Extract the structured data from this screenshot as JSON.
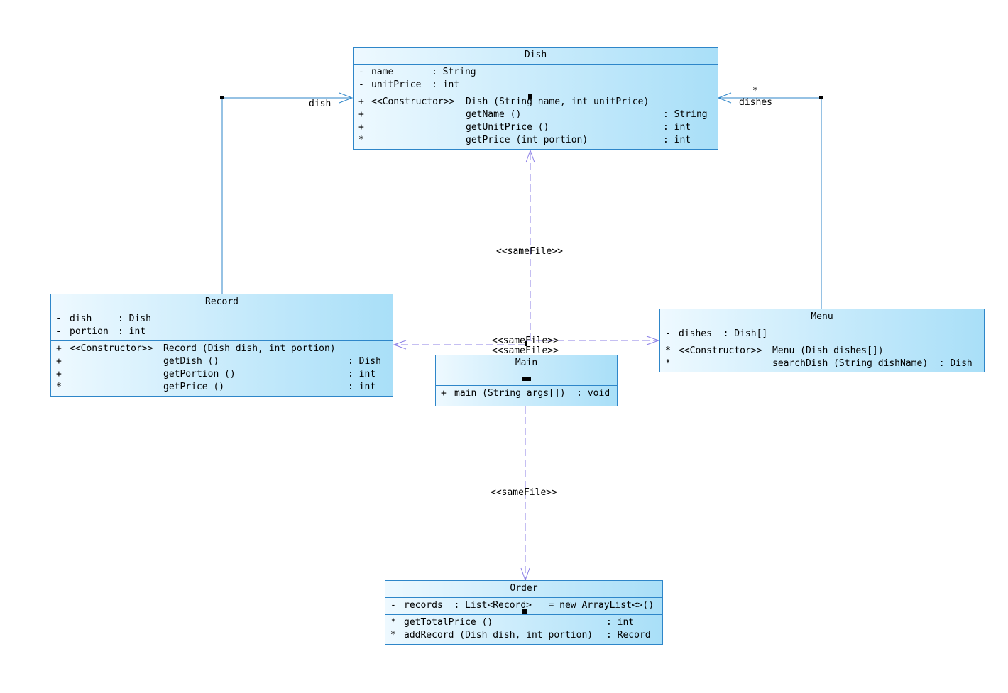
{
  "diagram": {
    "classes": {
      "dish": {
        "name": "Dish",
        "attributes": [
          {
            "vis": "-",
            "name": "name",
            "type": ": String"
          },
          {
            "vis": "-",
            "name": "unitPrice",
            "type": ": int"
          }
        ],
        "operations": [
          {
            "vis": "+",
            "stereo": "<<Constructor>>",
            "sig": "Dish (String name, int unitPrice)",
            "ret": ""
          },
          {
            "vis": "+",
            "stereo": "",
            "sig": "getName ()",
            "ret": ": String"
          },
          {
            "vis": "+",
            "stereo": "",
            "sig": "getUnitPrice ()",
            "ret": ": int"
          },
          {
            "vis": "*",
            "stereo": "",
            "sig": "getPrice (int portion)",
            "ret": ": int"
          }
        ]
      },
      "record": {
        "name": "Record",
        "attributes": [
          {
            "vis": "-",
            "name": "dish",
            "type": ": Dish"
          },
          {
            "vis": "-",
            "name": "portion",
            "type": ": int"
          }
        ],
        "operations": [
          {
            "vis": "+",
            "stereo": "<<Constructor>>",
            "sig": "Record (Dish dish, int portion)",
            "ret": ""
          },
          {
            "vis": "+",
            "stereo": "",
            "sig": "getDish ()",
            "ret": ": Dish"
          },
          {
            "vis": "+",
            "stereo": "",
            "sig": "getPortion ()",
            "ret": ": int"
          },
          {
            "vis": "*",
            "stereo": "",
            "sig": "getPrice ()",
            "ret": ": int"
          }
        ]
      },
      "menu": {
        "name": "Menu",
        "attributes": [
          {
            "vis": "-",
            "text": "dishes  : Dish[]"
          }
        ],
        "operations": [
          {
            "vis": "*",
            "stereo": "<<Constructor>>",
            "sig": "Menu (Dish dishes[])"
          },
          {
            "vis": "*",
            "stereo": "",
            "sig": "searchDish (String dishName)  : Dish"
          }
        ]
      },
      "main": {
        "name": "Main",
        "operations": [
          {
            "vis": "+",
            "text": "main (String args[])  : void"
          }
        ]
      },
      "order": {
        "name": "Order",
        "attributes": [
          {
            "vis": "-",
            "text": "records  : List<Record>   = new ArrayList<>()"
          }
        ],
        "operations": [
          {
            "vis": "*",
            "sig": "getTotalPrice ()",
            "ret": ": int"
          },
          {
            "vis": "*",
            "sig": "addRecord (Dish dish, int portion)",
            "ret": ": Record"
          }
        ]
      }
    },
    "labels": {
      "record_dish_role": "dish",
      "menu_dishes_multiplicity": "*",
      "menu_dishes_role": "dishes",
      "main_dish_dependency": "<<sameFile>>",
      "main_record_dependency": "<<sameFile>>",
      "main_menu_dependency": "<<sameFile>>",
      "main_order_dependency": "<<sameFile>>"
    },
    "colors": {
      "class_border": "#2e86c9",
      "class_fill_light": "#eef9ff",
      "class_fill_dark": "#a9dff8",
      "association_line": "#2e86c9",
      "dependency_line": "#8b7fe6"
    }
  }
}
